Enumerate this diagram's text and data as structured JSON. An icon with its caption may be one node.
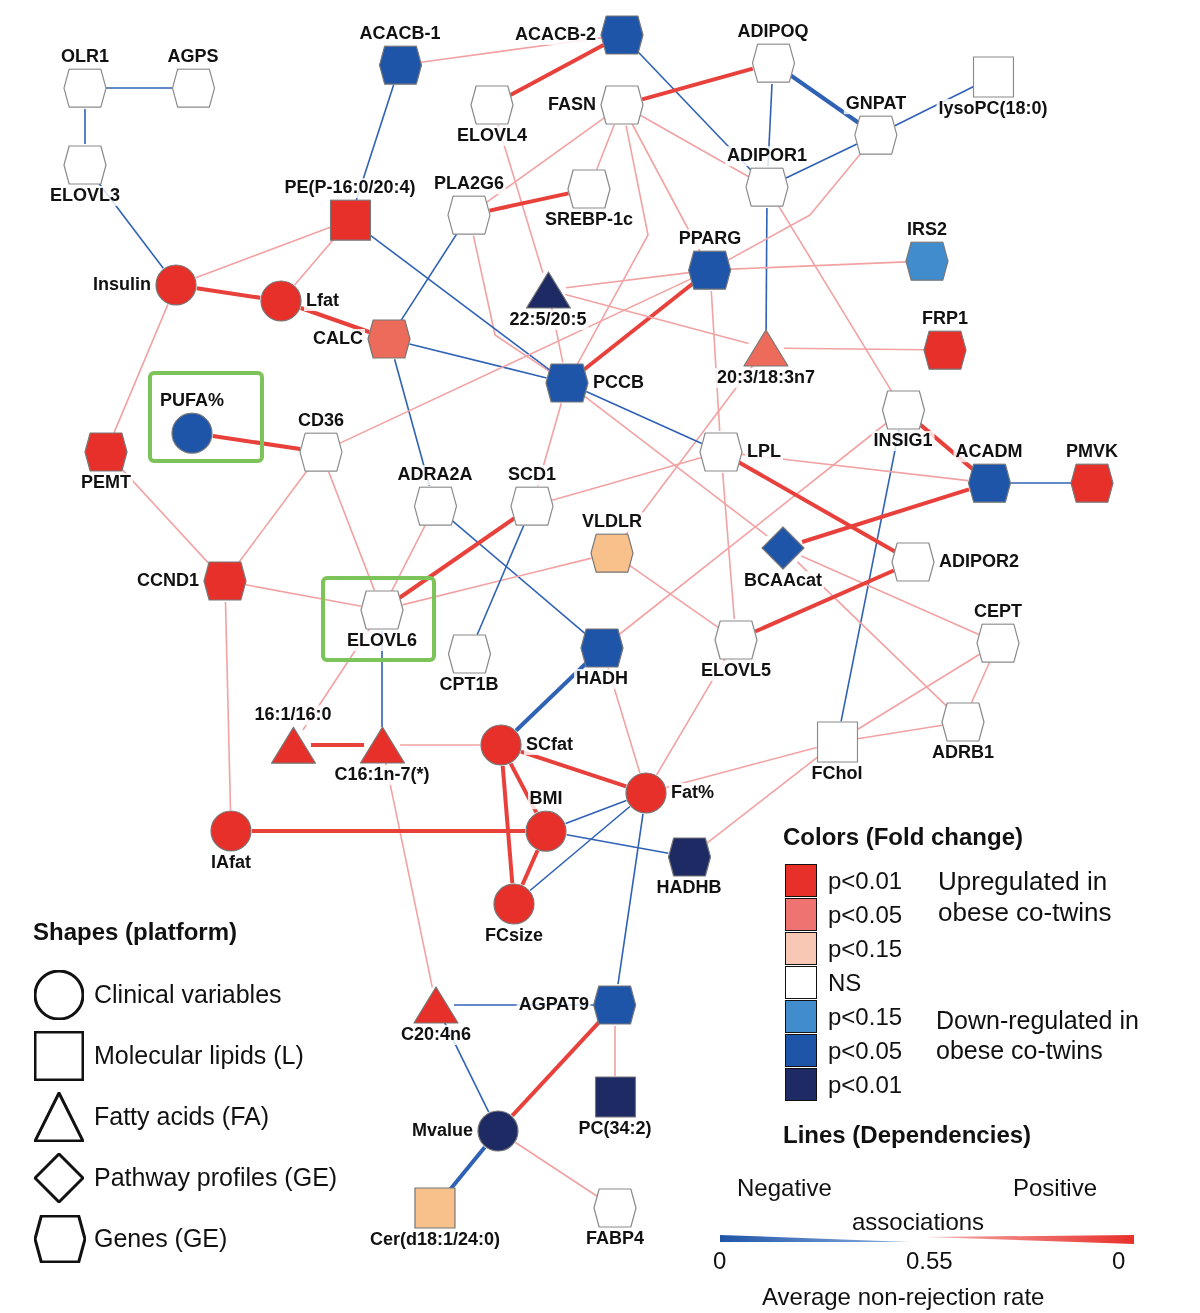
{
  "diagram": {
    "nodes": [
      {
        "text": [
          "OLR1"
        ]
      },
      {
        "text": [
          "AGPS"
        ]
      },
      {
        "text": [
          "ELOVL3"
        ]
      },
      {
        "text": [
          "ACACB-1"
        ]
      },
      {
        "text": [
          "ACACB-2"
        ]
      },
      {
        "text": [
          "ADIPOQ"
        ]
      },
      {
        "text": [
          "FASN"
        ]
      },
      {
        "text": [
          "ELOVL4"
        ]
      },
      {
        "text": [
          "GNPAT"
        ]
      },
      {
        "text": [
          "lysoPC(18:0)"
        ]
      },
      {
        "text": [
          "ADIPOR1"
        ]
      },
      {
        "text": [
          "PE(P-16:0/20:4)"
        ]
      },
      {
        "text": [
          "PLA2G6"
        ]
      },
      {
        "text": [
          "SREBP-1c"
        ]
      },
      {
        "text": [
          "PPARG"
        ]
      },
      {
        "text": [
          "IRS2"
        ]
      },
      {
        "text": [
          "Insulin"
        ]
      },
      {
        "text": [
          "Lfat"
        ]
      },
      {
        "text": [
          "22:5/20:5"
        ]
      },
      {
        "text": [
          "CALC"
        ]
      },
      {
        "text": [
          "FRP1"
        ]
      },
      {
        "text": [
          "20:3/18:3n7"
        ]
      },
      {
        "text": [
          "PCCB"
        ]
      },
      {
        "text": [],
        "shape": "box"
      },
      {
        "text": [
          "PUFA%"
        ],
        "in": 23
      },
      {
        "text": [
          "CD36"
        ]
      },
      {
        "text": [
          "PEMT"
        ]
      },
      {
        "text": [
          "LPL"
        ]
      },
      {
        "text": [
          "INSIG1"
        ]
      },
      {
        "text": [
          "ACADM"
        ]
      },
      {
        "text": [
          "PMVK"
        ]
      },
      {
        "text": [
          "ADRA2A"
        ]
      },
      {
        "text": [
          "SCD1"
        ]
      },
      {
        "text": [
          "VLDLR"
        ]
      },
      {
        "text": [
          "BCAAcat"
        ]
      },
      {
        "text": [
          "ADIPOR2"
        ]
      },
      {
        "text": [
          "CCND1"
        ]
      },
      {
        "text": [],
        "shape": "box"
      },
      {
        "text": [
          "ELOVL6"
        ],
        "in": 37
      },
      {
        "text": [
          "CEPT"
        ]
      },
      {
        "text": [
          "CPT1B"
        ]
      },
      {
        "text": [
          "HADH"
        ]
      },
      {
        "text": [
          "ELOVL5"
        ]
      },
      {
        "text": [
          "16:1/16:0"
        ]
      },
      {
        "text": [
          "C16:1n-7(*)"
        ]
      },
      {
        "text": [
          "SCfat"
        ]
      },
      {
        "text": [
          "ADRB1"
        ]
      },
      {
        "text": [
          "FChol"
        ]
      },
      {
        "text": [
          "Fat%"
        ]
      },
      {
        "text": [
          "BMI"
        ]
      },
      {
        "text": [
          "IAfat"
        ]
      },
      {
        "text": [
          "HADHB"
        ]
      },
      {
        "text": [
          "FCsize"
        ]
      },
      {
        "text": [
          "AGPAT9"
        ]
      },
      {
        "text": [
          "C20:4n6"
        ]
      },
      {
        "text": [
          "PC(34:2)"
        ]
      },
      {
        "text": [
          "Mvalue"
        ]
      },
      {
        "text": [
          "Cer(d18:1/24:0)"
        ]
      },
      {
        "text": [
          "FABP4"
        ]
      }
    ],
    "edges": [
      {
        "from": 0,
        "to": 1,
        "arrow": "none",
        "color": "#2f62b5"
      },
      {
        "from": 0,
        "to": 2,
        "arrow": "none",
        "color": "#2f62b5"
      },
      {
        "from": 2,
        "to": 16,
        "arrow": "none",
        "color": "#2f62b5"
      },
      {
        "from": 3,
        "to": 11,
        "arrow": "none",
        "color": "#2f62b5"
      },
      {
        "from": 3,
        "to": 4,
        "arrow": "none"
      },
      {
        "from": 4,
        "to": 7,
        "arrow": "none",
        "style": "thick",
        "color": "#e8413c"
      },
      {
        "from": 4,
        "to": 10,
        "arrow": "none",
        "color": "#2f62b5"
      },
      {
        "from": 5,
        "to": 6,
        "arrow": "none",
        "style": "thick",
        "color": "#e8413c"
      },
      {
        "from": 5,
        "to": 8,
        "arrow": "none",
        "style": "thick",
        "color": "#2f62b5"
      },
      {
        "from": 5,
        "to": 10,
        "arrow": "none",
        "color": "#2f62b5"
      },
      {
        "from": 10,
        "to": 21,
        "arrow": "none",
        "color": "#2f62b5"
      },
      {
        "from": 8,
        "to": 9,
        "arrow": "none",
        "color": "#2f62b5"
      },
      {
        "from": 8,
        "to": 10,
        "arrow": "none",
        "color": "#2f62b5"
      },
      {
        "from": 8,
        "to": 14,
        "arrow": "none"
      },
      {
        "from": 6,
        "to": 10,
        "arrow": "none"
      },
      {
        "from": 12,
        "to": 6,
        "arrow": "none"
      },
      {
        "from": 6,
        "to": 13,
        "arrow": "none"
      },
      {
        "from": 6,
        "to": 14,
        "arrow": "none"
      },
      {
        "from": 6,
        "to": 22,
        "arrow": "none"
      },
      {
        "from": 7,
        "to": 18,
        "arrow": "none"
      },
      {
        "from": 12,
        "to": 13,
        "arrow": "none",
        "style": "thick",
        "color": "#e8413c"
      },
      {
        "from": 12,
        "to": 19,
        "arrow": "none",
        "color": "#2f62b5"
      },
      {
        "from": 12,
        "to": 22,
        "arrow": "none"
      },
      {
        "from": 11,
        "to": 16,
        "arrow": "none"
      },
      {
        "from": 11,
        "to": 17,
        "arrow": "none"
      },
      {
        "from": 11,
        "to": 22,
        "arrow": "none",
        "color": "#2f62b5"
      },
      {
        "from": 16,
        "to": 17,
        "arrow": "none",
        "style": "thick",
        "color": "#e8413c"
      },
      {
        "from": 16,
        "to": 26,
        "arrow": "none"
      },
      {
        "from": 17,
        "to": 19,
        "arrow": "none",
        "style": "thick",
        "color": "#e8413c"
      },
      {
        "from": 19,
        "to": 22,
        "arrow": "none",
        "color": "#2f62b5"
      },
      {
        "from": 19,
        "to": 31,
        "arrow": "none",
        "color": "#2f62b5"
      },
      {
        "from": 31,
        "to": 41,
        "arrow": "none",
        "color": "#2f62b5"
      },
      {
        "from": 25,
        "to": 14,
        "arrow": "none"
      },
      {
        "from": 24,
        "to": 25,
        "arrow": "none",
        "style": "thick",
        "color": "#e8413c"
      },
      {
        "from": 25,
        "to": 36,
        "arrow": "none"
      },
      {
        "from": 25,
        "to": 38,
        "arrow": "none"
      },
      {
        "from": 26,
        "to": 36,
        "arrow": "none"
      },
      {
        "from": 36,
        "to": 38,
        "arrow": "none"
      },
      {
        "from": 36,
        "to": 50,
        "arrow": "none"
      },
      {
        "from": 38,
        "to": 31,
        "arrow": "none"
      },
      {
        "from": 38,
        "to": 32,
        "arrow": "none",
        "style": "thick",
        "color": "#e8413c"
      },
      {
        "from": 38,
        "to": 33,
        "arrow": "none"
      },
      {
        "from": 38,
        "to": 44,
        "arrow": "none",
        "color": "#2f62b5"
      },
      {
        "from": 38,
        "to": 43,
        "arrow": "none"
      },
      {
        "from": 32,
        "to": 40,
        "arrow": "none",
        "color": "#2f62b5"
      },
      {
        "from": 32,
        "to": 22,
        "arrow": "none"
      },
      {
        "from": 32,
        "to": 27,
        "arrow": "none"
      },
      {
        "from": 33,
        "to": 21,
        "arrow": "none"
      },
      {
        "from": 33,
        "to": 42,
        "arrow": "none"
      },
      {
        "from": 22,
        "to": 14,
        "arrow": "none",
        "style": "thick",
        "color": "#e8413c"
      },
      {
        "from": 22,
        "to": 27,
        "arrow": "none",
        "color": "#2f62b5"
      },
      {
        "from": 22,
        "to": 34,
        "arrow": "none"
      },
      {
        "from": 18,
        "to": 14,
        "arrow": "none"
      },
      {
        "from": 14,
        "to": 15,
        "arrow": "none"
      },
      {
        "from": 18,
        "to": 21,
        "arrow": "none"
      },
      {
        "from": 21,
        "to": 20,
        "arrow": "none"
      },
      {
        "from": 18,
        "to": 22,
        "arrow": "none"
      },
      {
        "from": 14,
        "to": 27,
        "arrow": "none"
      },
      {
        "from": 10,
        "to": 28,
        "arrow": "none"
      },
      {
        "from": 28,
        "to": 29,
        "arrow": "none",
        "style": "thick",
        "color": "#e8413c"
      },
      {
        "from": 28,
        "to": 47,
        "arrow": "none",
        "color": "#2f62b5"
      },
      {
        "from": 28,
        "to": 41,
        "arrow": "none"
      },
      {
        "from": 27,
        "to": 29,
        "arrow": "none"
      },
      {
        "from": 27,
        "to": 42,
        "arrow": "none"
      },
      {
        "from": 27,
        "to": 35,
        "arrow": "none",
        "style": "thick",
        "color": "#e8413c"
      },
      {
        "from": 29,
        "to": 30,
        "arrow": "none",
        "color": "#2f62b5"
      },
      {
        "from": 34,
        "to": 29,
        "arrow": "none",
        "style": "thick",
        "color": "#e8413c"
      },
      {
        "from": 34,
        "to": 39,
        "arrow": "none"
      },
      {
        "from": 34,
        "to": 46,
        "arrow": "none"
      },
      {
        "from": 35,
        "to": 42,
        "arrow": "none",
        "style": "thick",
        "color": "#e8413c"
      },
      {
        "from": 39,
        "to": 47,
        "arrow": "none"
      },
      {
        "from": 39,
        "to": 46,
        "arrow": "none"
      },
      {
        "from": 46,
        "to": 47,
        "arrow": "none"
      },
      {
        "from": 47,
        "to": 48,
        "arrow": "none"
      },
      {
        "from": 47,
        "to": 51,
        "arrow": "none"
      },
      {
        "from": 41,
        "to": 45,
        "arrow": "none",
        "style": "thick",
        "color": "#2f62b5"
      },
      {
        "from": 41,
        "to": 48,
        "arrow": "none"
      },
      {
        "from": 42,
        "to": 48,
        "arrow": "none"
      },
      {
        "from": 43,
        "to": 44,
        "arrow": "none",
        "style": "thick",
        "color": "#e8413c"
      },
      {
        "from": 44,
        "to": 45,
        "arrow": "none"
      },
      {
        "from": 44,
        "to": 54,
        "arrow": "none"
      },
      {
        "from": 45,
        "to": 49,
        "arrow": "none",
        "style": "thick",
        "color": "#e8413c"
      },
      {
        "from": 45,
        "to": 48,
        "arrow": "none",
        "style": "thick",
        "color": "#e8413c"
      },
      {
        "from": 45,
        "to": 52,
        "arrow": "none",
        "style": "thick",
        "color": "#e8413c"
      },
      {
        "from": 49,
        "to": 52,
        "arrow": "none",
        "style": "thick",
        "color": "#e8413c"
      },
      {
        "from": 49,
        "to": 50,
        "arrow": "none",
        "style": "thick",
        "color": "#e8413c"
      },
      {
        "from": 49,
        "to": 48,
        "arrow": "none",
        "color": "#2f62b5"
      },
      {
        "from": 49,
        "to": 51,
        "arrow": "none",
        "color": "#2f62b5"
      },
      {
        "from": 48,
        "to": 52,
        "arrow": "none",
        "color": "#2f62b5"
      },
      {
        "from": 48,
        "to": 53,
        "arrow": "none",
        "color": "#2f62b5"
      },
      {
        "from": 53,
        "to": 54,
        "arrow": "none",
        "color": "#2f62b5"
      },
      {
        "from": 53,
        "to": 56,
        "arrow": "none",
        "style": "thick",
        "color": "#e8413c"
      },
      {
        "from": 53,
        "to": 55,
        "arrow": "none"
      },
      {
        "from": 54,
        "to": 56,
        "arrow": "none",
        "color": "#2f62b5"
      },
      {
        "from": 56,
        "to": 57,
        "arrow": "none",
        "style": "thick",
        "color": "#2f62b5"
      },
      {
        "from": 56,
        "to": 58,
        "arrow": "none"
      }
    ],
    "labels": [
      "Shapes (platform)",
      "Colors (Fold change)",
      "Upregulated in obese co-twins",
      "Down-regulated in obese co-twins",
      "Lines (Dependencies)",
      "Negative",
      "Positive",
      "associations",
      "0",
      "0.55",
      "0",
      "Average non-rejection rate"
    ],
    "legend": [
      {
        "text": "Clinical variables"
      },
      {
        "text": "Molecular lipids (L)"
      },
      {
        "text": "Fatty acids (FA)"
      },
      {
        "text": "Pathway profiles (GE)"
      },
      {
        "text": "Genes (GE)"
      },
      {
        "text": "p<0.01",
        "color": "#e8302a"
      },
      {
        "text": "p<0.05",
        "color": "#ef7370"
      },
      {
        "text": "p<0.15",
        "color": "#f8c8b4"
      },
      {
        "text": "NS",
        "color": "#ffffff"
      },
      {
        "text": "p<0.15",
        "color": "#418ccc"
      },
      {
        "text": "p<0.05",
        "color": "#1f55a8"
      },
      {
        "text": "p<0.01",
        "color": "#1e2a64"
      }
    ]
  }
}
